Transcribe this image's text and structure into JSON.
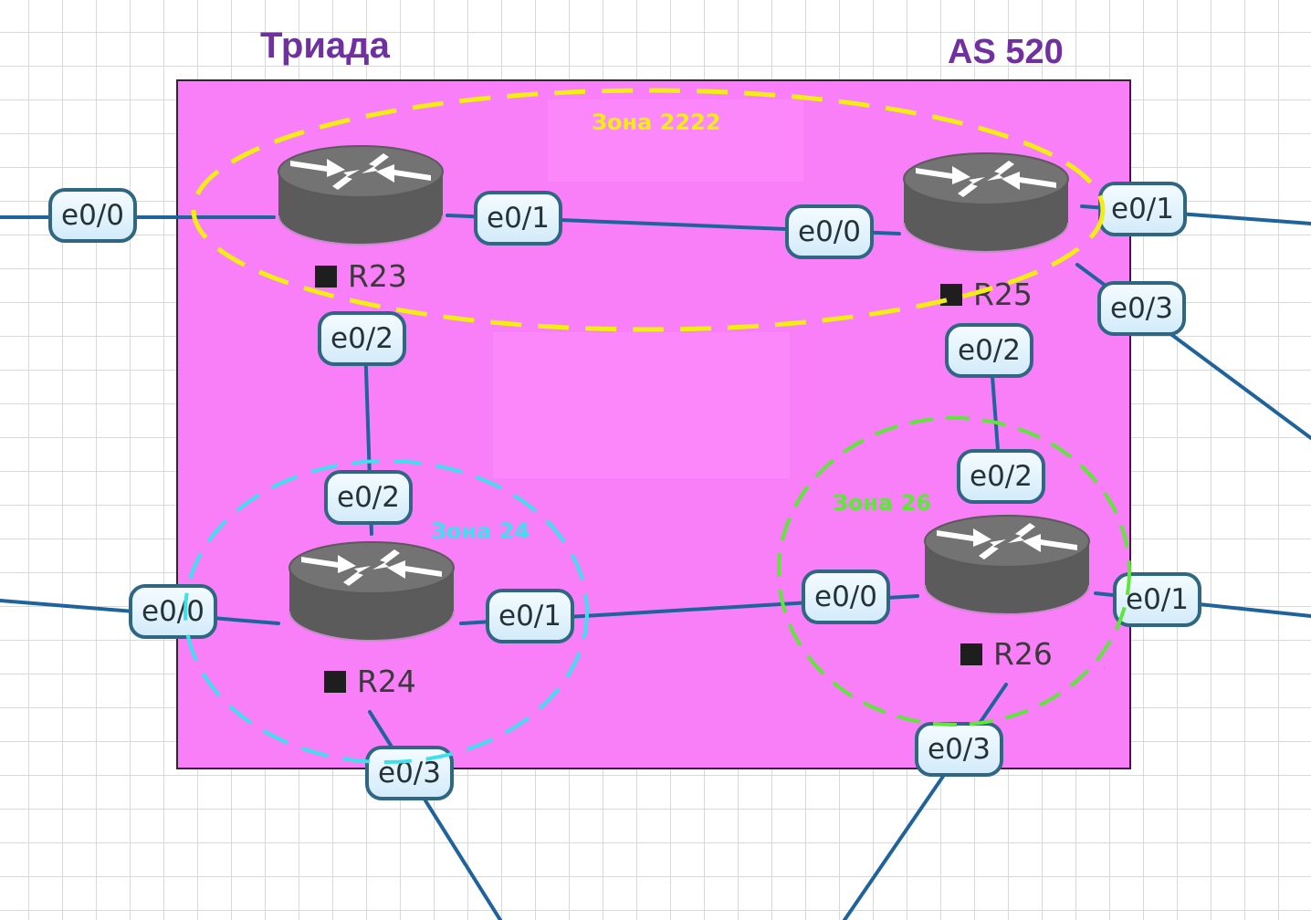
{
  "titles": {
    "left": "Триада",
    "right": "AS 520"
  },
  "zones": {
    "z2222": {
      "label": "Зона 2222",
      "color": "#f2ee14"
    },
    "z24": {
      "label": "Зона 24",
      "color": "#3ee0ec"
    },
    "z26": {
      "label": "Зона 26",
      "color": "#5ee63a"
    }
  },
  "routers": {
    "r23": {
      "label": "R23"
    },
    "r24": {
      "label": "R24"
    },
    "r25": {
      "label": "R25"
    },
    "r26": {
      "label": "R26"
    }
  },
  "interfaces": {
    "r23_e00": "e0/0",
    "r23_e01": "e0/1",
    "r23_e02": "e0/2",
    "r25_e00": "e0/0",
    "r25_e01": "e0/1",
    "r25_e03": "e0/3",
    "r25_e02": "e0/2",
    "r26_e02": "e0/2",
    "r24_e02": "e0/2",
    "r24_e00": "e0/0",
    "r24_e01": "e0/1",
    "r24_e03": "e0/3",
    "r26_e00": "e0/0",
    "r26_e01": "e0/1",
    "r26_e03": "e0/3"
  },
  "colors": {
    "box_fill": "#f97ff9",
    "link": "#1f639d",
    "title": "#7030a0"
  }
}
